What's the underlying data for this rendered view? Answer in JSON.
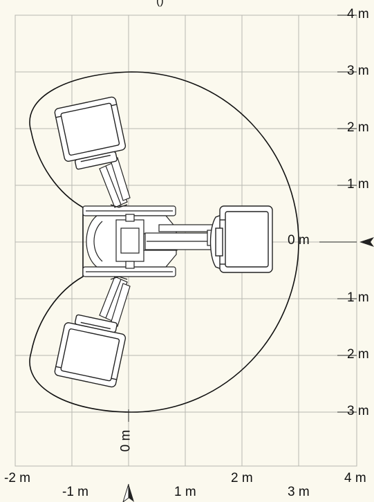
{
  "diagram": {
    "top_label": "()",
    "right_axis_labels": {
      "r4": "4 m",
      "r3a": "3 m",
      "r2a": "2 m",
      "r1a": "1 m",
      "r1b": "1 m",
      "r2b": "2 m",
      "r3b": "3 m"
    },
    "center_label": "0 m",
    "vertical_zero_label": "0 m",
    "bottom_axis_labels": {
      "bm2": "-2 m",
      "bm1": "-1 m",
      "b1": "1 m",
      "b2": "2 m",
      "b3": "3 m",
      "b4": "4 m"
    }
  },
  "colors": {
    "background": "#fbf9ee",
    "grid": "#b7b7b0",
    "line": "#222222",
    "fill": "#ffffff"
  }
}
